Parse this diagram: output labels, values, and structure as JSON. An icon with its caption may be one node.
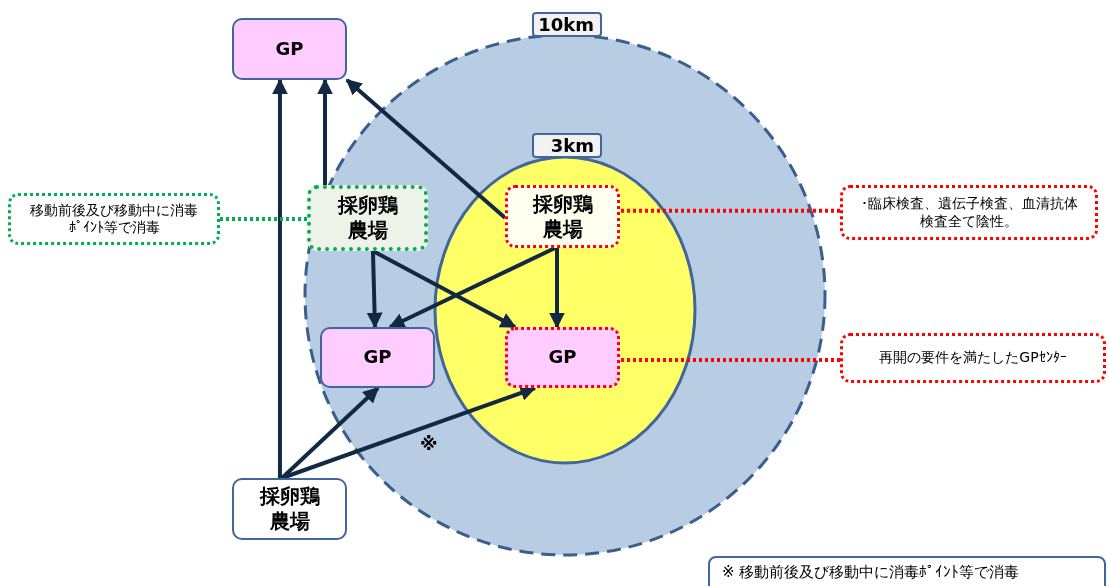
{
  "diagram": {
    "nodes": [
      {
        "text": [
          "10km"
        ]
      },
      {
        "text": [
          "3km"
        ],
        "in": 0
      },
      {
        "text": [
          "GP"
        ]
      },
      {
        "text": [
          "採卵鶏農場"
        ],
        "in": 0
      },
      {
        "text": [
          "採卵鶏農場"
        ],
        "in": 1
      },
      {
        "text": [
          "GP"
        ],
        "in": 0
      },
      {
        "text": [
          "GP"
        ],
        "in": 1
      },
      {
        "text": [
          "採卵鶏農場"
        ]
      },
      {
        "text": [
          "移動前後及び移動中に消毒ﾎﾟｲﾝﾄ等で消毒"
        ]
      },
      {
        "text": [
          "･臨床検査、遺伝子検査、血清抗体検査全て陰性。"
        ]
      },
      {
        "text": [
          "再開の要件を満たしたGPｾﾝﾀｰ"
        ]
      },
      {
        "text": [
          "※ 移動前後及び移動中に消毒ﾎﾟｲﾝﾄ等で消毒"
        ]
      }
    ],
    "edges": [
      {
        "from": 7,
        "to": 2,
        "arrow": "to"
      },
      {
        "from": 3,
        "to": 2,
        "arrow": "to"
      },
      {
        "from": 4,
        "to": 2,
        "arrow": "to"
      },
      {
        "from": 3,
        "to": 5,
        "arrow": "to"
      },
      {
        "from": 3,
        "to": 6,
        "arrow": "to"
      },
      {
        "from": 4,
        "to": 5,
        "arrow": "to"
      },
      {
        "from": 4,
        "to": 6,
        "arrow": "to"
      },
      {
        "from": 7,
        "to": 5,
        "arrow": "to"
      },
      {
        "from": 7,
        "to": 6,
        "arrow": "to"
      },
      {
        "from": 8,
        "to": 3,
        "arrow": "none",
        "style": "dashed",
        "color": "#00b050"
      },
      {
        "from": 9,
        "to": 4,
        "arrow": "none",
        "style": "dashed",
        "color": "#ff0000"
      },
      {
        "from": 10,
        "to": 6,
        "arrow": "none",
        "style": "dashed",
        "color": "#ff0000"
      }
    ],
    "labels": [
      "※"
    ]
  }
}
